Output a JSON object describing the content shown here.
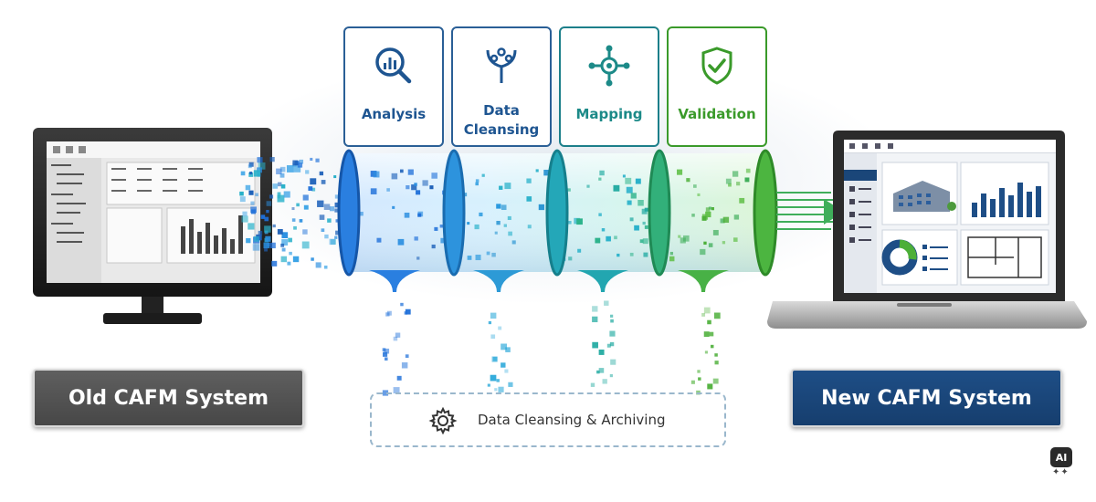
{
  "stages": [
    {
      "label": "Analysis",
      "icon": "magnifier-chart-icon",
      "color": "#1e5591"
    },
    {
      "label": "Data\nCleansing",
      "icon": "branching-filter-icon",
      "color": "#1e5591"
    },
    {
      "label": "Mapping",
      "icon": "network-node-icon",
      "color": "#1c8a88"
    },
    {
      "label": "Validation",
      "icon": "shield-check-icon",
      "color": "#3a9a2a"
    }
  ],
  "old_system": {
    "label": "Old CAFM System",
    "color": "#505050"
  },
  "new_system": {
    "label": "New CAFM System",
    "color": "#1a4679"
  },
  "archive": {
    "label": "Data Cleansing & Archiving",
    "icon": "gear-icon"
  },
  "ai_badge": {
    "label": "AI"
  },
  "colors": {
    "blue": "#1e6fd9",
    "teal": "#1fa9a0",
    "green": "#4caf38",
    "navy": "#1a4679"
  }
}
